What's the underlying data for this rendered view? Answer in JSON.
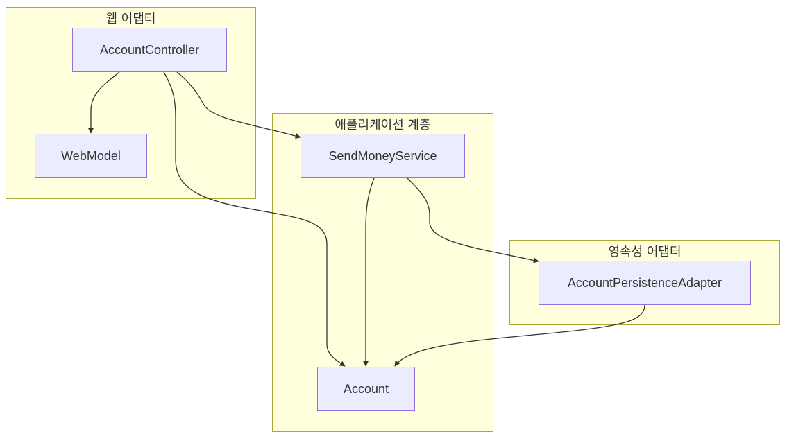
{
  "clusters": {
    "web": {
      "title": "웹 어댑터"
    },
    "application": {
      "title": "애플리케이션 계층"
    },
    "persistence": {
      "title": "영속성 어댑터"
    }
  },
  "nodes": {
    "account_controller": "AccountController",
    "web_model": "WebModel",
    "send_money_service": "SendMoneyService",
    "account_persistence_adapter": "AccountPersistenceAdapter",
    "account": "Account"
  },
  "edges": [
    {
      "from": "AccountController",
      "to": "WebModel"
    },
    {
      "from": "AccountController",
      "to": "SendMoneyService"
    },
    {
      "from": "AccountController",
      "to": "Account"
    },
    {
      "from": "SendMoneyService",
      "to": "Account"
    },
    {
      "from": "SendMoneyService",
      "to": "AccountPersistenceAdapter"
    },
    {
      "from": "AccountPersistenceAdapter",
      "to": "Account"
    }
  ],
  "colors": {
    "cluster_fill": "#ffffde",
    "cluster_border": "#aaaa33",
    "node_fill": "#ececff",
    "node_border": "#9370db",
    "edge": "#333333",
    "text": "#333333"
  }
}
